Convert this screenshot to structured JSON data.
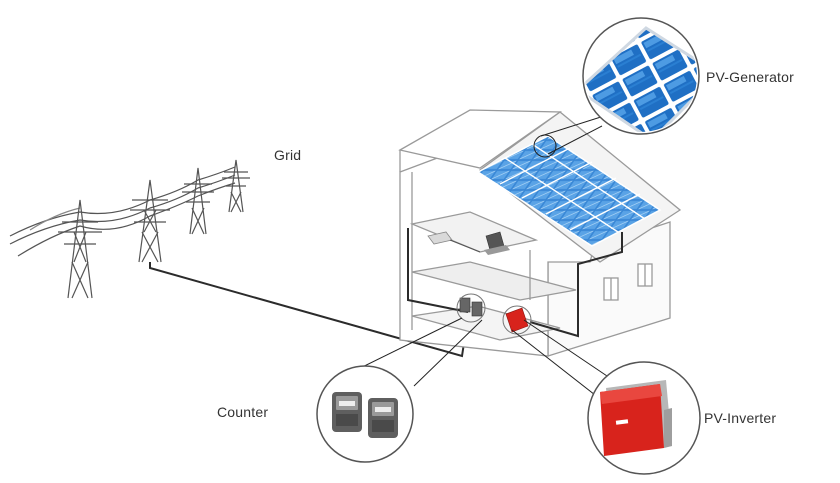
{
  "labels": {
    "grid": "Grid",
    "pv_generator": "PV-Generator",
    "counter": "Counter",
    "pv_inverter": "PV-Inverter"
  },
  "colors": {
    "panel_blue": "#2f7fd0",
    "panel_light": "#8fc2ee",
    "inverter_red": "#d8231c",
    "line_gray": "#555555",
    "house_stroke": "#9a9a9a",
    "cable": "#2b2b2b"
  }
}
